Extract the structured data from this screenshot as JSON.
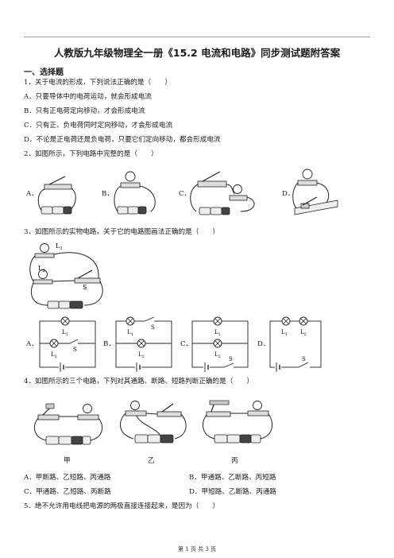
{
  "title": "人教版九年级物理全一册《15.2 电流和电路》同步测试题附答案",
  "section": "一、选择题",
  "q1": {
    "stem": "1．关于电流的形成，下列说法正确的是（　　）",
    "options": [
      "A．只要导体中的电荷运动，就会形成电流",
      "B．只有正电荷定向移动，才会形成电流",
      "C．只有正、负电荷同时定向移动，才会形成电流",
      "D．不论是正电荷还是负电荷，只要它们定向移动，都会形成电流"
    ]
  },
  "q2": {
    "stem": "2．如图所示，下列电路中完整的是（　　）",
    "labels": [
      "A．",
      "B．",
      "C．",
      "D．"
    ]
  },
  "q3": {
    "stem": "3．如图所示的实物电路，关于它的电路图画法正确的是（　　）",
    "labels": [
      "A．",
      "B．",
      "C．",
      "D．"
    ],
    "physical": {
      "l1": "L",
      "l1sub": "1",
      "l2": "L",
      "l2sub": "2",
      "s": "S"
    },
    "diagrams": {
      "a": {
        "l1": "L",
        "l1sub": "1",
        "l2": "L",
        "l2sub": "2",
        "s": "S"
      },
      "b": {
        "l1": "L",
        "l1sub": "1",
        "l2": "L",
        "l2sub": "2",
        "s": "S"
      },
      "c": {
        "l1": "L",
        "l1sub": "1",
        "l2": "L",
        "l2sub": "2",
        "s": "S"
      },
      "d": {
        "l1": "L",
        "l1sub": "1",
        "l2": "L",
        "l2sub": "2",
        "s": "S"
      }
    }
  },
  "q4": {
    "stem": "4．如图所示的三个电路，下列对其通路、断路、短路判断正确的是（　　）",
    "captions": [
      "甲",
      "乙",
      "丙"
    ],
    "options": [
      "A．甲断路、乙短路、丙通路",
      "B．甲通路、乙断路、丙短路",
      "C．甲通路、乙短路、丙断路",
      "D．甲短路、乙断路、丙通路"
    ]
  },
  "q5": {
    "stem": "5．绝不允许用电线把电源的两极直接连接起来，是因为（　　）"
  },
  "footer": "第 1 页  共 3 页"
}
